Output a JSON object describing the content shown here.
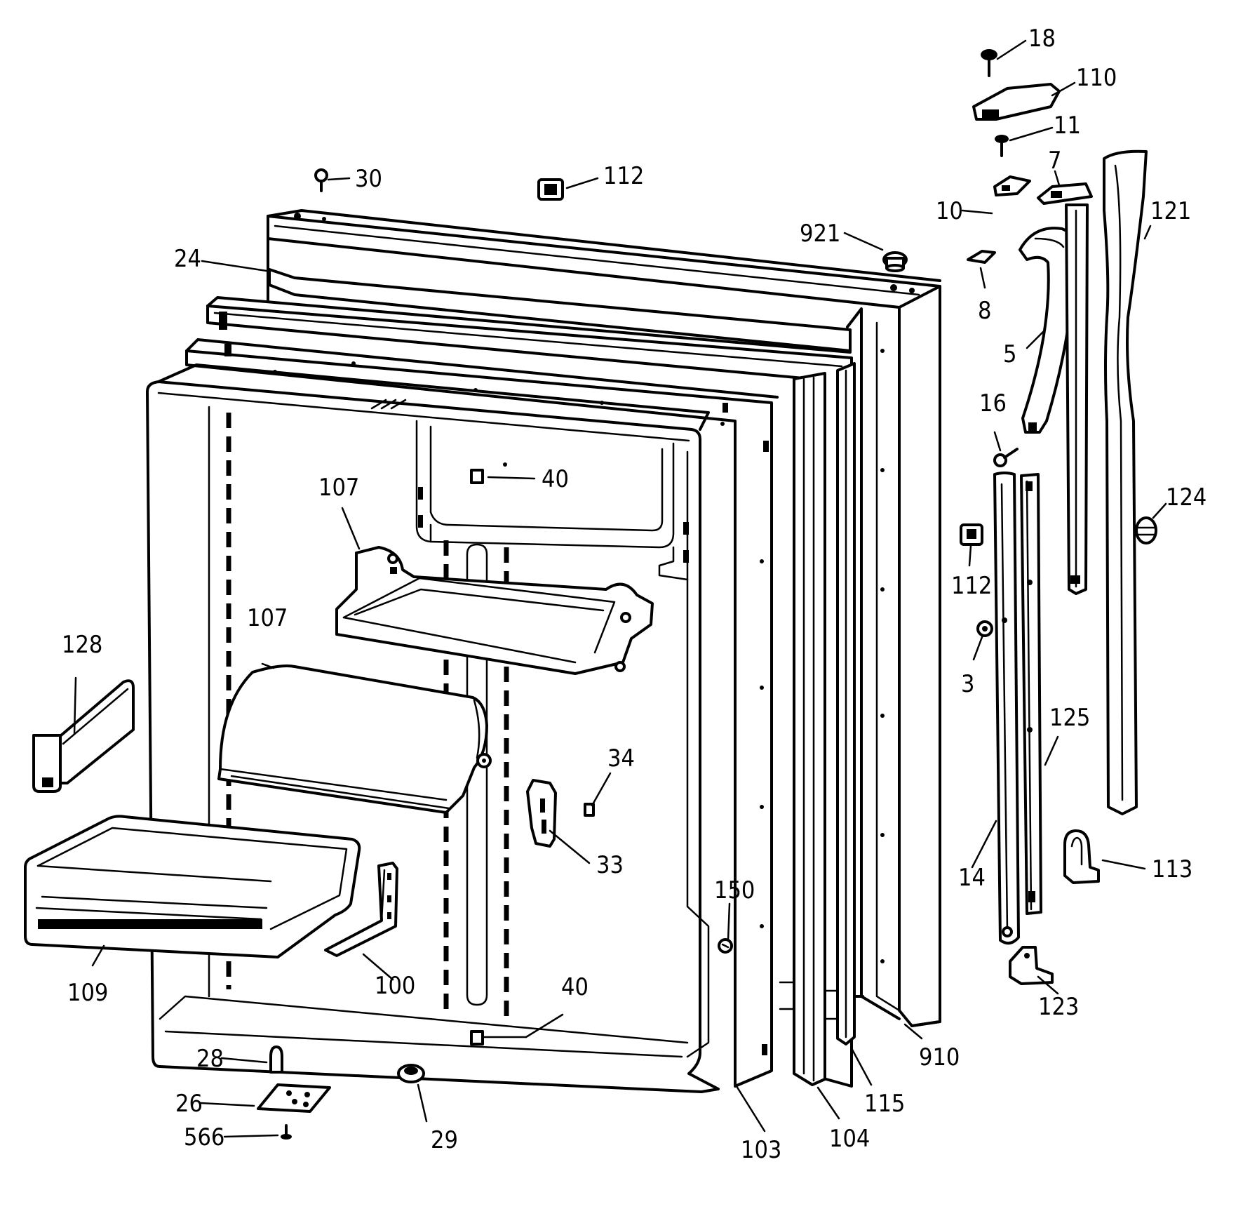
{
  "diagram": {
    "callouts": [
      {
        "id": "c18",
        "text": "18"
      },
      {
        "id": "c110",
        "text": "110"
      },
      {
        "id": "c11",
        "text": "11"
      },
      {
        "id": "c30",
        "text": "30"
      },
      {
        "id": "c112a",
        "text": "112"
      },
      {
        "id": "c7",
        "text": "7"
      },
      {
        "id": "c121",
        "text": "121"
      },
      {
        "id": "c10",
        "text": "10"
      },
      {
        "id": "c921",
        "text": "921"
      },
      {
        "id": "c24",
        "text": "24"
      },
      {
        "id": "c8",
        "text": "8"
      },
      {
        "id": "c5",
        "text": "5"
      },
      {
        "id": "c16",
        "text": "16"
      },
      {
        "id": "c40a",
        "text": "40"
      },
      {
        "id": "c107a",
        "text": "107"
      },
      {
        "id": "c124",
        "text": "124"
      },
      {
        "id": "c112b",
        "text": "112"
      },
      {
        "id": "c107b",
        "text": "107"
      },
      {
        "id": "c128",
        "text": "128"
      },
      {
        "id": "c3",
        "text": "3"
      },
      {
        "id": "c125",
        "text": "125"
      },
      {
        "id": "c34",
        "text": "34"
      },
      {
        "id": "c33",
        "text": "33"
      },
      {
        "id": "c113",
        "text": "113"
      },
      {
        "id": "c14",
        "text": "14"
      },
      {
        "id": "c150",
        "text": "150"
      },
      {
        "id": "c109",
        "text": "109"
      },
      {
        "id": "c100",
        "text": "100"
      },
      {
        "id": "c40b",
        "text": "40"
      },
      {
        "id": "c123",
        "text": "123"
      },
      {
        "id": "c910",
        "text": "910"
      },
      {
        "id": "c28",
        "text": "28"
      },
      {
        "id": "c115",
        "text": "115"
      },
      {
        "id": "c26",
        "text": "26"
      },
      {
        "id": "c104",
        "text": "104"
      },
      {
        "id": "c566",
        "text": "566"
      },
      {
        "id": "c29",
        "text": "29"
      },
      {
        "id": "c103",
        "text": "103"
      }
    ]
  }
}
